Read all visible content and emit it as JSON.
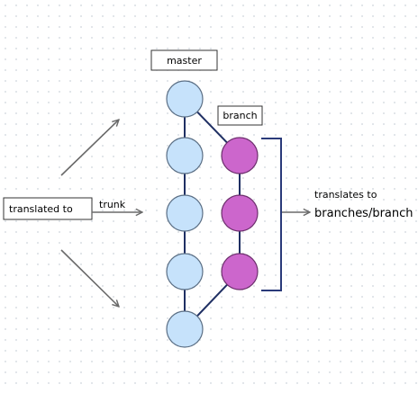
{
  "labels": {
    "master": "master",
    "branch": "branch",
    "translated_to": "translated to",
    "trunk": "trunk",
    "translates_to": "translates to",
    "branches_path": "branches/branch"
  },
  "colors": {
    "master_node_fill": "#c6e2fb",
    "master_node_stroke": "#5b6f85",
    "branch_node_fill": "#cc66cc",
    "branch_node_stroke": "#6d2f6d",
    "edge": "#1f2f63",
    "arrow": "#6a6a6a",
    "bracket": "#2a3a7a"
  }
}
